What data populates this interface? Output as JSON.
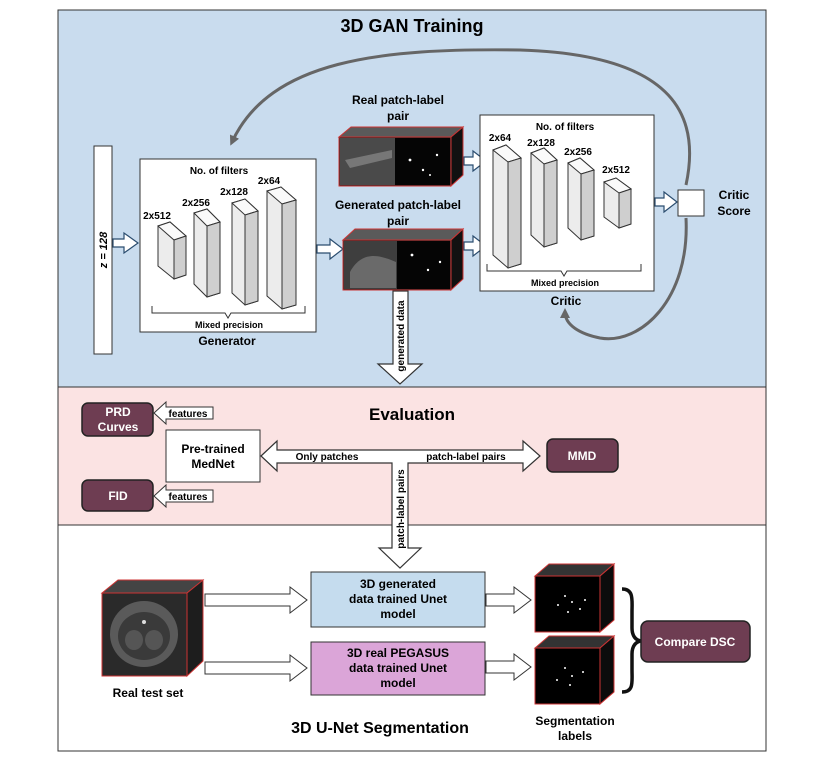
{
  "sections": {
    "gan_title": "3D GAN Training",
    "evaluation_title": "Evaluation",
    "unet_title": "3D U-Net Segmentation"
  },
  "generator": {
    "z_label": "z = 128",
    "filters_label": "No. of filters",
    "layers": [
      "2x512",
      "2x256",
      "2x128",
      "2x64"
    ],
    "precision_label": "Mixed precision",
    "title": "Generator"
  },
  "pairs": {
    "real_line1": "Real patch-label",
    "real_line2": "pair",
    "gen_line1": "Generated patch-label",
    "gen_line2": "pair",
    "generated_data_label": "generated data"
  },
  "critic": {
    "filters_label": "No. of filters",
    "layers": [
      "2x64",
      "2x128",
      "2x256",
      "2x512"
    ],
    "precision_label": "Mixed precision",
    "title": "Critic",
    "score_line1": "Critic",
    "score_line2": "Score"
  },
  "evaluation": {
    "prd_line1": "PRD",
    "prd_line2": "Curves",
    "fid": "FID",
    "features_top": "features",
    "features_bottom": "features",
    "mednet_line1": "Pre-trained",
    "mednet_line2": "MedNet",
    "only_patches": "Only patches",
    "patch_label_pairs": "patch-label pairs",
    "vertical_pairs": "patch-label pairs",
    "mmd": "MMD"
  },
  "segmentation": {
    "gen_model_line1": "3D generated",
    "gen_model_line2": "data trained Unet",
    "gen_model_line3": "model",
    "real_model_line1": "3D real PEGASUS",
    "real_model_line2": "data trained Unet",
    "real_model_line3": "model",
    "real_test_set": "Real test set",
    "seg_labels_line1": "Segmentation",
    "seg_labels_line2": "labels",
    "compare": "Compare DSC"
  },
  "colors": {
    "gan_bg": "#c9dcee",
    "eval_bg": "#fbe3e3",
    "pill": "#6e3d52",
    "gen_model_box": "#c5dcee",
    "real_model_box": "#dba5d8",
    "arrow_gray": "#666666"
  }
}
